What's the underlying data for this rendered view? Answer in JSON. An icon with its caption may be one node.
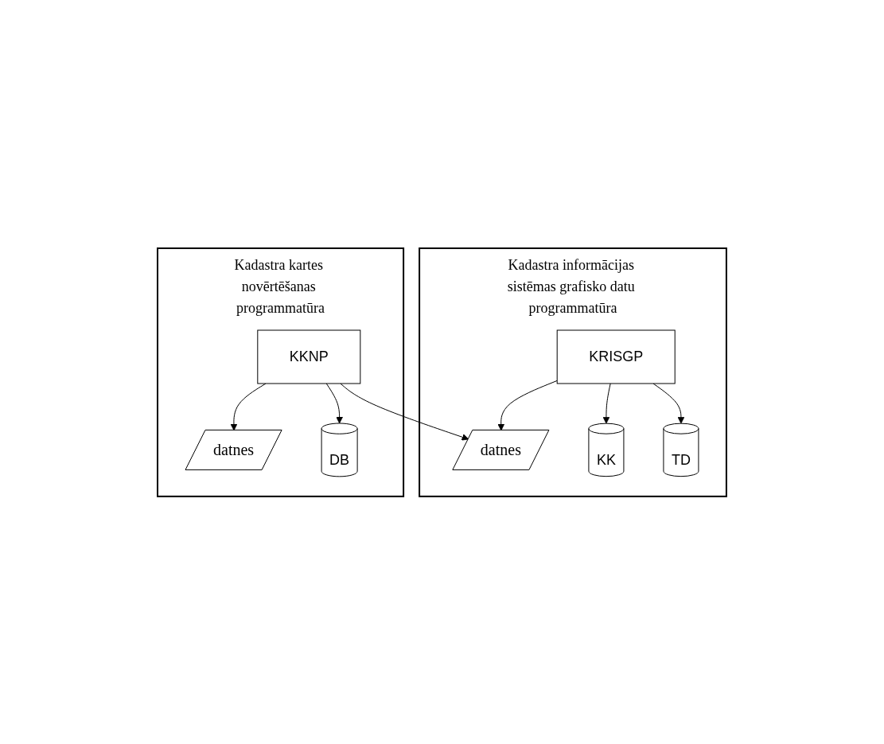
{
  "diagram": {
    "nodes": [
      {
        "text": [
          "Kadastra informācijas sistēmas grafisko datu programmatūra"
        ]
      },
      {
        "text": [
          "KRISGP"
        ],
        "in": 0
      },
      {
        "text": [
          "TD"
        ],
        "in": 0
      },
      {
        "text": [
          "KK"
        ],
        "in": 0
      },
      {
        "text": [
          "datnes"
        ],
        "in": 0
      },
      {
        "text": [
          "Kadastra kartes novērtēšanas programmatūra"
        ]
      },
      {
        "text": [
          "KKNP"
        ],
        "in": 5
      },
      {
        "text": [
          "DB"
        ],
        "in": 5
      },
      {
        "text": [
          "datnes"
        ],
        "in": 5
      }
    ],
    "edges": [
      {
        "from": 1,
        "to": 2,
        "arrow": "to"
      },
      {
        "from": 1,
        "to": 3,
        "arrow": "to"
      },
      {
        "from": 1,
        "to": 4,
        "arrow": "to"
      },
      {
        "from": 6,
        "to": 4,
        "arrow": "to"
      },
      {
        "from": 6,
        "to": 7,
        "arrow": "to"
      },
      {
        "from": 6,
        "to": 8,
        "arrow": "to"
      }
    ]
  }
}
